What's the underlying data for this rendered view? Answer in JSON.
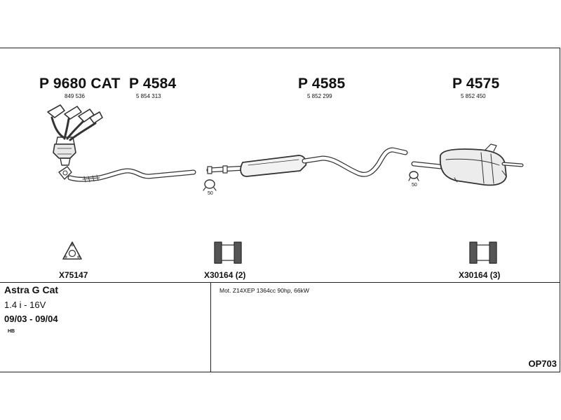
{
  "parts": {
    "p1": {
      "number": "P 9680 CAT",
      "code": "849 536"
    },
    "p2": {
      "number": "P 4584",
      "code": "5 854 313"
    },
    "p3": {
      "number": "P 4585",
      "code": "5 852 299"
    },
    "p4": {
      "number": "P 4575",
      "code": "5 852 450"
    }
  },
  "clamps": {
    "left": "50",
    "right": "50"
  },
  "hardware": {
    "gasket": "X75147",
    "hanger_mid": "X30164 (2)",
    "hanger_right": "X30164 (3)"
  },
  "vehicle": {
    "model": "Astra G Cat",
    "engine_short": "1.4 i - 16V",
    "years": "09/03 - 09/04",
    "body": "HB"
  },
  "engine_detail": "Mot. Z14XEP 1364cc 90hp, 66kW",
  "diagram_code": "OP703"
}
